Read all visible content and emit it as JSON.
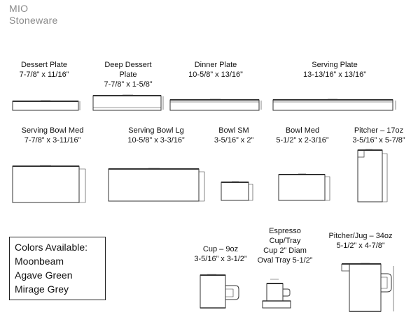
{
  "brand": {
    "line1": "MIO",
    "line2": "Stoneware"
  },
  "items": {
    "dessert_plate": {
      "name": "Dessert Plate",
      "size": "7-7/8” x 11/16”"
    },
    "deep_dessert_plate": {
      "name_line1": "Deep Dessert",
      "name_line2": "Plate",
      "size": "7-7/8” x 1-5/8”"
    },
    "dinner_plate": {
      "name": "Dinner Plate",
      "size": "10-5/8” x 13/16”"
    },
    "serving_plate": {
      "name": "Serving Plate",
      "size": "13-13/16” x 13/16”"
    },
    "serving_bowl_med": {
      "name": "Serving Bowl Med",
      "size": "7-7/8” x 3-11/16”"
    },
    "serving_bowl_lg": {
      "name": "Serving Bowl Lg",
      "size": "10-5/8” x 3-3/16”"
    },
    "bowl_sm": {
      "name": "Bowl SM",
      "size": "3-5/16” x 2”"
    },
    "bowl_med": {
      "name": "Bowl Med",
      "size": "5-1/2” x  2-3/16”"
    },
    "pitcher_17oz": {
      "name": "Pitcher – 17oz",
      "size": "3-5/16” x 5-7/8”"
    },
    "cup_9oz": {
      "name": "Cup – 9oz",
      "size": "3-5/16” x 3-1/2”"
    },
    "espresso": {
      "line1": "Espresso",
      "line2": "Cup/Tray",
      "line3": "Cup 2” Diam",
      "line4": "Oval Tray 5-1/2”"
    },
    "pitcher_jug_34oz": {
      "name": "Pitcher/Jug – 34oz",
      "size": "5-1/2” x 4-7/8”"
    }
  },
  "colors_box": {
    "heading": "Colors Available:",
    "options": [
      "Moonbeam",
      "Agave Green",
      "Mirage Grey"
    ]
  }
}
